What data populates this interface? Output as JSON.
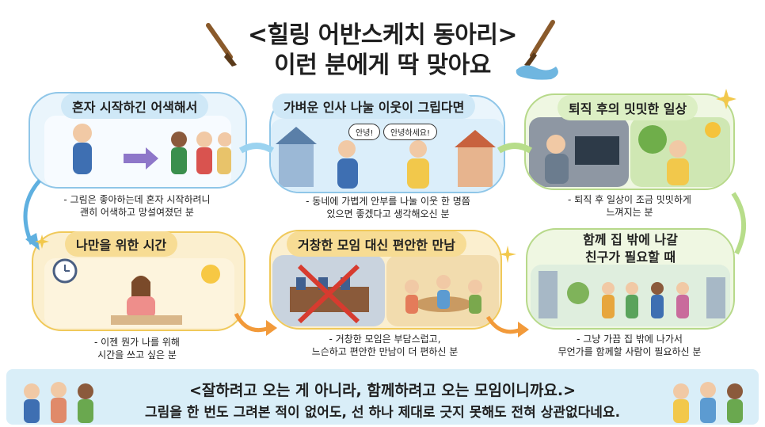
{
  "header": {
    "line1": "<힐링 어반스케치 동아리>",
    "line2": "이런 분에게 딱 맞아요"
  },
  "cards": [
    {
      "title": "혼자 시작하긴 어색해서",
      "desc": "- 그림은 좋아하는데 혼자 시작하려니\n괜히 어색하고 망설여졌던 분"
    },
    {
      "title": "가벼운 인사 나눌 이웃이 그립다면",
      "desc": "- 동네에 가볍게 안부를 나눌 이웃 한 명쯤\n있으면 좋겠다고 생각해오신 분",
      "bubble1": "안녕!",
      "bubble2": "안녕하세요!"
    },
    {
      "title": "퇴직 후의 밋밋한 일상",
      "desc": "- 퇴직 후 일상이 조금 밋밋하게\n느껴지는 분"
    },
    {
      "title": "나만을 위한 시간",
      "desc": "- 이젠 뭔가 나를 위해\n시간을 쓰고 싶은 분"
    },
    {
      "title": "거창한 모임 대신 편안한 만남",
      "desc": "- 거창한 모임은 부담스럽고,\n느슨하고 편안한 만남이 더 편하신 분"
    },
    {
      "title": "함께 집 밖에 나갈\n친구가 필요할 때",
      "desc": "- 그냥 가끔 집 밖에 나가서\n무언가를 함께할 사람이 필요하신 분"
    }
  ],
  "footer": {
    "line1": "<잘하려고 오는 게 아니라, 함께하려고 오는 모임이니까요.>",
    "line2": "그림을 한 번도 그려본 적이 없어도, 선 하나 제대로 긋지 못해도 전혀 상관없다네요."
  },
  "icons": [
    "paintbrush-icon",
    "clock-icon",
    "sun-icon",
    "sparkle-icon",
    "music-note-icon",
    "leaf-icon",
    "arrow-icon"
  ]
}
